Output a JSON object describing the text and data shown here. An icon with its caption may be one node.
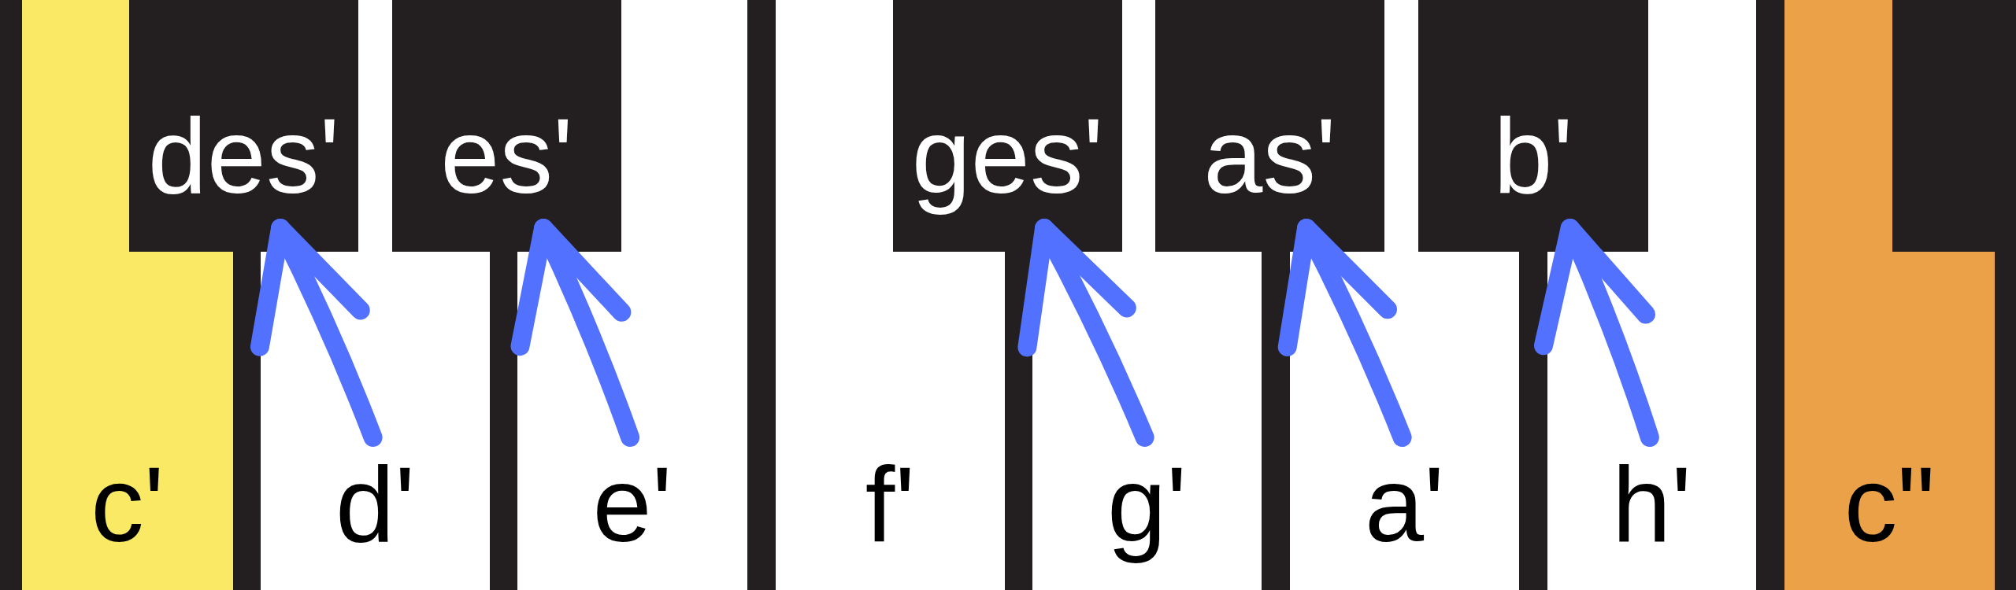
{
  "diagram": {
    "nodes": [
      {
        "text": [
          "des'"
        ]
      },
      {
        "text": [
          "es'"
        ]
      },
      {
        "text": [
          "ges'"
        ]
      },
      {
        "text": [
          "as'"
        ]
      },
      {
        "text": [
          "b'"
        ]
      },
      {
        "text": [
          "c'"
        ]
      },
      {
        "text": [
          "d'"
        ]
      },
      {
        "text": [
          "e'"
        ]
      },
      {
        "text": [
          "f'"
        ]
      },
      {
        "text": [
          "g'"
        ]
      },
      {
        "text": [
          "a'"
        ]
      },
      {
        "text": [
          "h'"
        ]
      },
      {
        "text": [
          "c\""
        ]
      }
    ],
    "edges": [
      {
        "from": 6,
        "to": 0,
        "arrow": "to"
      },
      {
        "from": 7,
        "to": 1,
        "arrow": "to"
      },
      {
        "from": 9,
        "to": 2,
        "arrow": "to"
      },
      {
        "from": 10,
        "to": 3,
        "arrow": "to"
      },
      {
        "from": 11,
        "to": 4,
        "arrow": "to"
      }
    ]
  }
}
